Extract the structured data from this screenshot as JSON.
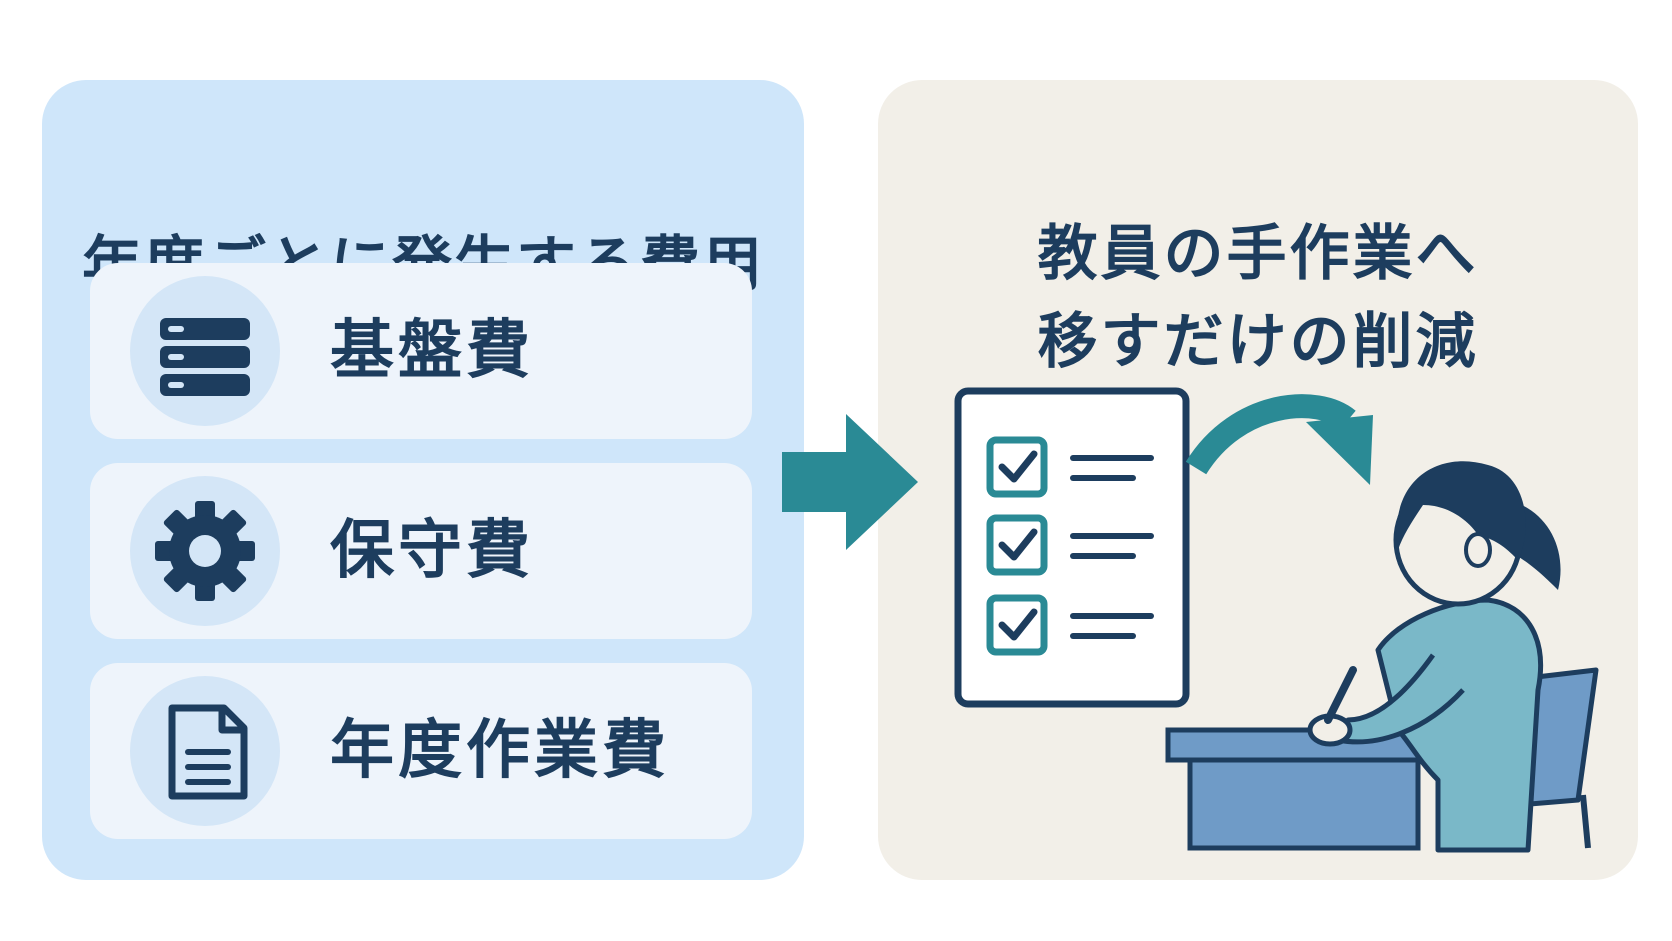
{
  "left_panel": {
    "title": "年度ごとに発生する費用",
    "items": [
      {
        "label": "基盤費",
        "icon": "server-icon"
      },
      {
        "label": "保守費",
        "icon": "gear-icon"
      },
      {
        "label": "年度作業費",
        "icon": "document-icon"
      }
    ]
  },
  "right_panel": {
    "title_line1": "教員の手作業へ",
    "title_line2": "移すだけの削減"
  },
  "colors": {
    "left_panel_bg": "#cfe6fa",
    "right_panel_bg": "#f2efe8",
    "title_text": "#1d3d5e",
    "accent_teal": "#2a8a95",
    "icon_navy": "#1d3d5e",
    "person_shirt": "#7ab8c8",
    "desk_blue": "#6f9bc7"
  }
}
